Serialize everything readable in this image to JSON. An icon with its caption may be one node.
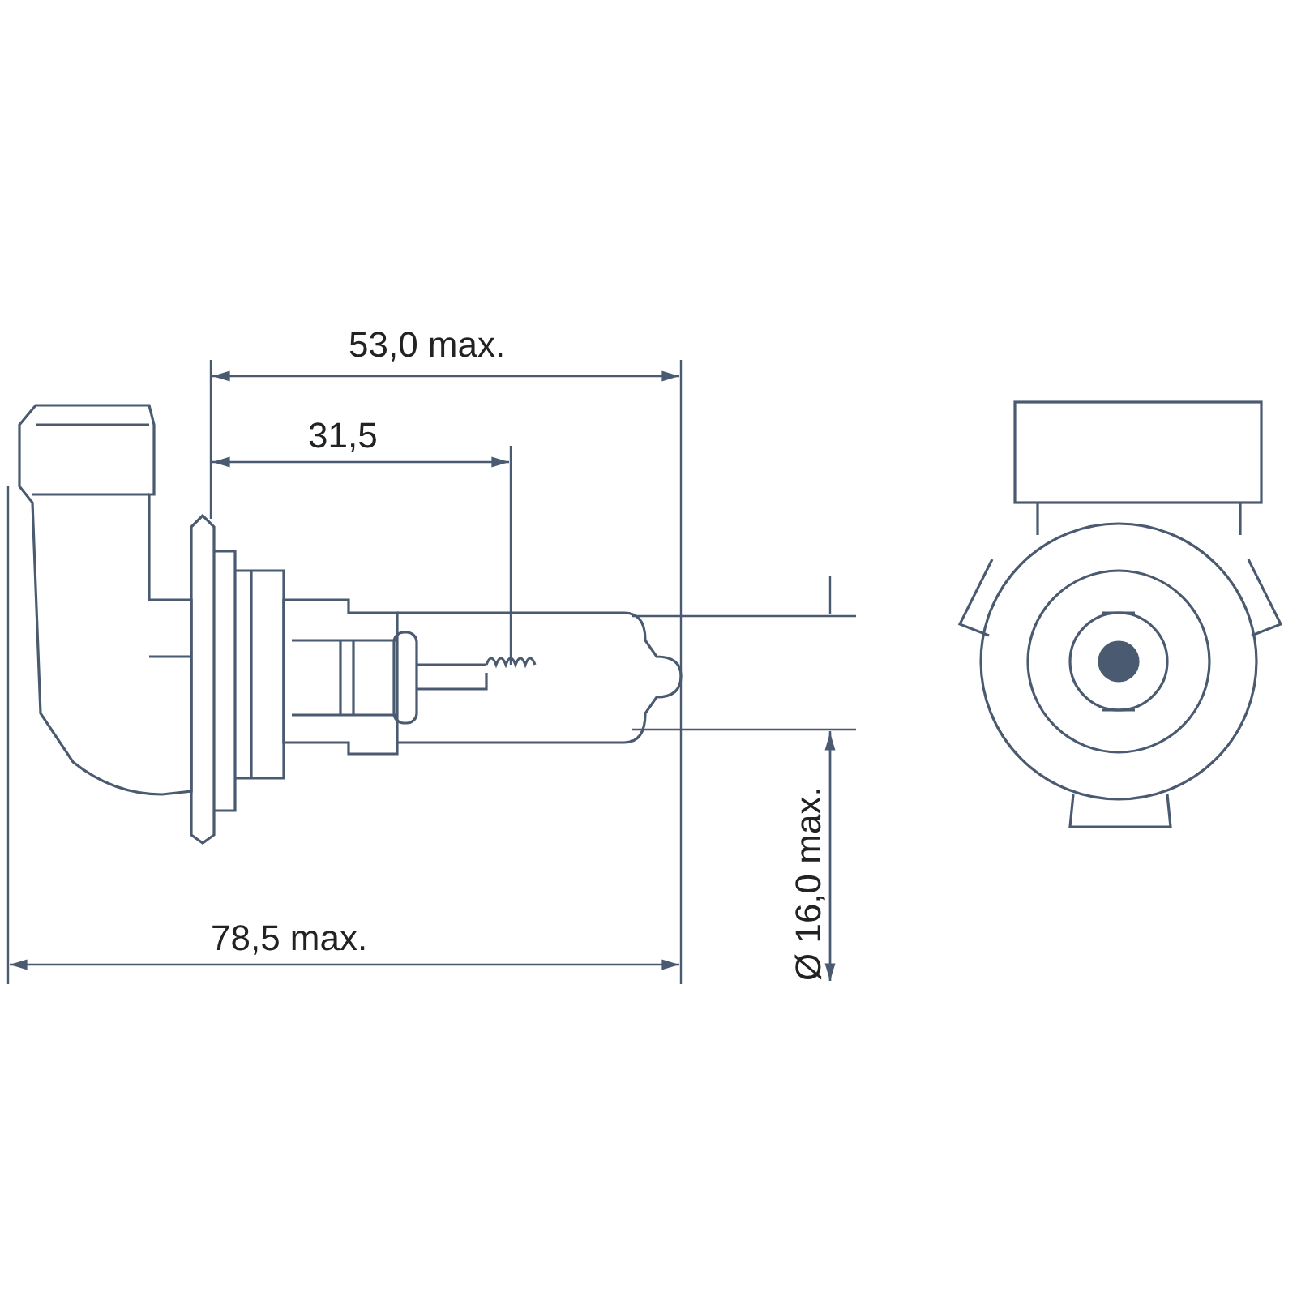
{
  "diagram": {
    "labels": [
      "53,0 max.",
      "31,5",
      "78,5 max.",
      "Ø 16,0 max."
    ]
  }
}
